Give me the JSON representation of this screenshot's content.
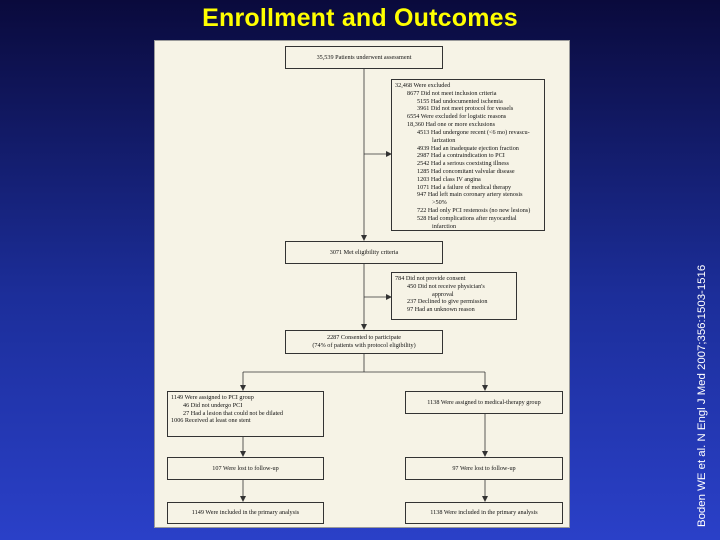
{
  "slide_title": "Enrollment and Outcomes",
  "citation": "Boden WE et al. N Engl J Med 2007;356:1503-1516",
  "flow": {
    "assessment": "35,539 Patients underwent assessment",
    "excluded": {
      "title": "32,468 Were excluded",
      "lines": [
        {
          "text": "8677 Did not meet inclusion criteria",
          "indent": 1
        },
        {
          "text": "5155 Had undocumented ischemia",
          "indent": 2
        },
        {
          "text": "3961 Did not meet protocol for vessels",
          "indent": 2
        },
        {
          "text": "6554 Were excluded for logistic reasons",
          "indent": 1
        },
        {
          "text": "18,360 Had one or more exclusions",
          "indent": 1
        },
        {
          "text": "4513 Had undergone recent (<6 mo) revascu-",
          "indent": 2
        },
        {
          "text": "larization",
          "indent": 3
        },
        {
          "text": "4939 Had an inadequate ejection fraction",
          "indent": 2
        },
        {
          "text": "2987 Had a contraindication to PCI",
          "indent": 2
        },
        {
          "text": "2542 Had a serious coexisting illness",
          "indent": 2
        },
        {
          "text": "1285 Had concomitant valvular disease",
          "indent": 2
        },
        {
          "text": "1203 Had class IV angina",
          "indent": 2
        },
        {
          "text": "1071 Had a failure of medical therapy",
          "indent": 2
        },
        {
          "text": "947 Had left main coronary artery stenosis",
          "indent": 2
        },
        {
          "text": ">50%",
          "indent": 3
        },
        {
          "text": "722 Had only PCI restenosis (no new lesions)",
          "indent": 2
        },
        {
          "text": "528 Had complications after myocardial",
          "indent": 2
        },
        {
          "text": "infarction",
          "indent": 3
        }
      ]
    },
    "eligibility": "3071 Met eligibility criteria",
    "no_consent": {
      "title": "784 Did not provide consent",
      "lines": [
        {
          "text": "450 Did not receive physician's",
          "indent": 1
        },
        {
          "text": "approval",
          "indent": 3
        },
        {
          "text": "237 Declined to give permission",
          "indent": 1
        },
        {
          "text": "97 Had an unknown reason",
          "indent": 1
        }
      ]
    },
    "consented": [
      "2287 Consented to participate",
      "(74% of patients with protocol eligibility)"
    ],
    "pci_group": {
      "title": "1149 Were assigned to PCI group",
      "lines": [
        {
          "text": "46 Did not undergo PCI",
          "indent": 1
        },
        {
          "text": "27 Had a lesion that could not be dilated",
          "indent": 1
        },
        {
          "text": "1006 Received at least one stent",
          "indent": 0
        }
      ]
    },
    "medical_group": "1138 Were assigned to medical-therapy group",
    "pci_lost": "107 Were lost to follow-up",
    "medical_lost": "97 Were lost to follow-up",
    "pci_primary": "1149 Were included in the primary analysis",
    "medical_primary": "1138 Were included in the primary analysis"
  }
}
